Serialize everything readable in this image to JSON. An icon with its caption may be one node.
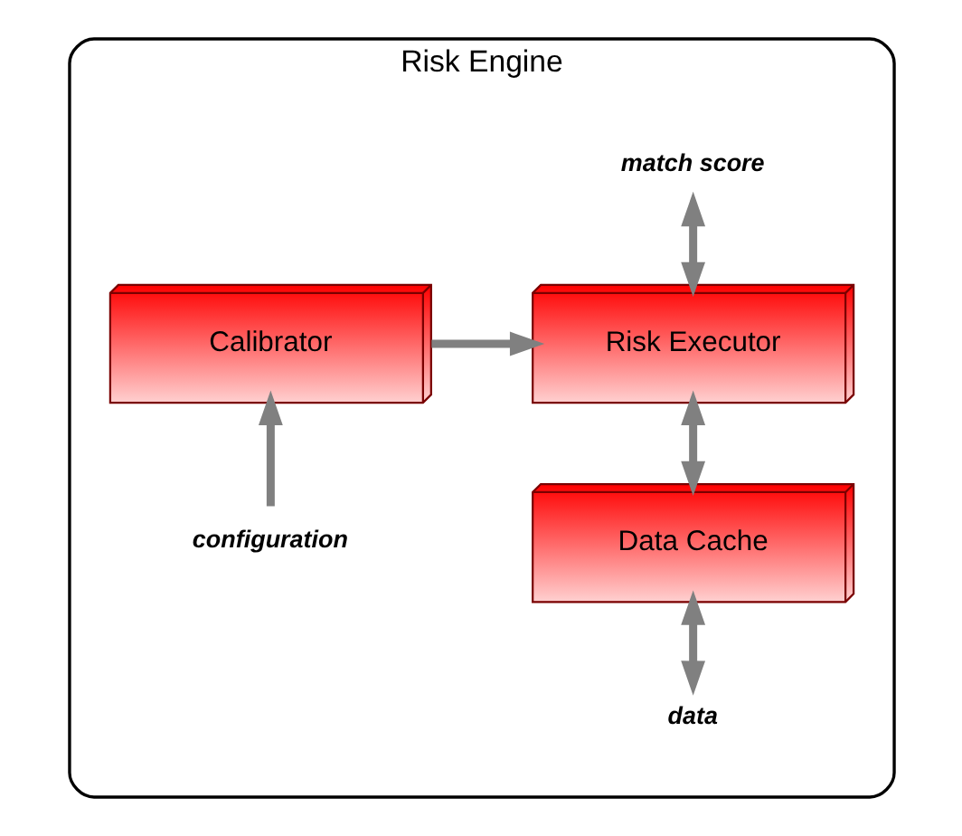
{
  "diagram": {
    "nodes": [
      {
        "text": [
          "Risk Engine"
        ]
      },
      {
        "text": [
          "Risk Executor"
        ],
        "in": 0
      },
      {
        "text": [
          "Calibrator"
        ],
        "in": 0
      },
      {
        "text": [
          "Data Cache"
        ],
        "in": 0
      },
      {
        "text": [
          "match score"
        ],
        "in": 0
      },
      {
        "text": [
          "configuration"
        ],
        "in": 0
      },
      {
        "text": [
          "data"
        ],
        "in": 0
      }
    ],
    "edges": [
      {
        "from": 4,
        "to": 1,
        "arrow": "both"
      },
      {
        "from": 2,
        "to": 1,
        "arrow": "to"
      },
      {
        "from": 1,
        "to": 3,
        "arrow": "both"
      },
      {
        "from": 5,
        "to": 2,
        "arrow": "to"
      },
      {
        "from": 3,
        "to": 6,
        "arrow": "both"
      }
    ]
  }
}
